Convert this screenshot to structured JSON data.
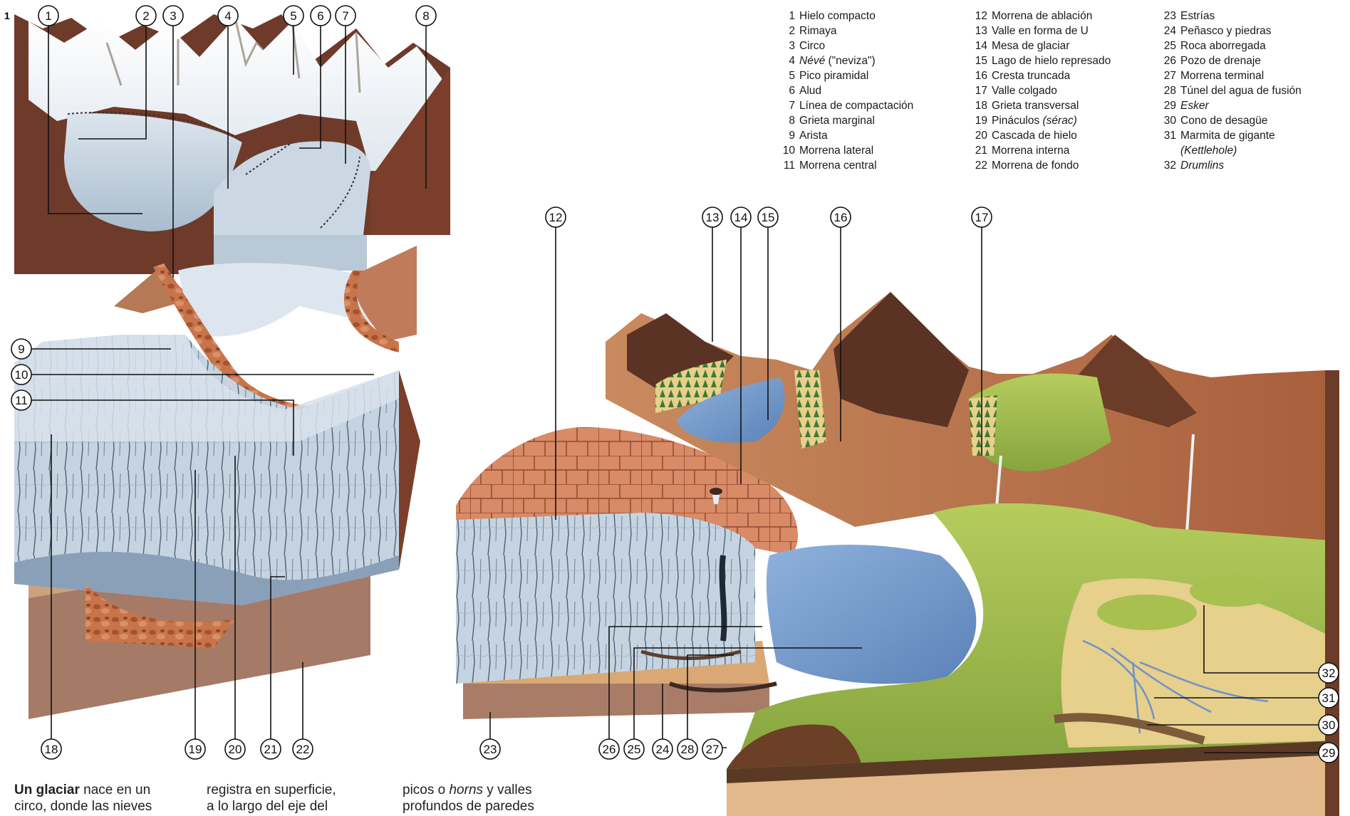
{
  "figure_number": "1",
  "legend_col1": [
    {
      "n": "1",
      "t": "Hielo compacto"
    },
    {
      "n": "2",
      "t": "Rimaya"
    },
    {
      "n": "3",
      "t": "Circo"
    },
    {
      "n": "4",
      "t": "Névé (\"neviza\")",
      "italic_part": "Névé",
      "rest": " (\"neviza\")"
    },
    {
      "n": "5",
      "t": "Pico piramidal"
    },
    {
      "n": "6",
      "t": "Alud"
    },
    {
      "n": "7",
      "t": "Línea de compactación"
    },
    {
      "n": "8",
      "t": "Grieta marginal"
    },
    {
      "n": "9",
      "t": "Arista"
    },
    {
      "n": "10",
      "t": "Morrena lateral"
    },
    {
      "n": "11",
      "t": "Morrena central"
    }
  ],
  "legend_col2": [
    {
      "n": "12",
      "t": "Morrena de ablación"
    },
    {
      "n": "13",
      "t": "Valle en forma de U"
    },
    {
      "n": "14",
      "t": "Mesa de glaciar"
    },
    {
      "n": "15",
      "t": "Lago de hielo represado"
    },
    {
      "n": "16",
      "t": "Cresta truncada"
    },
    {
      "n": "17",
      "t": "Valle colgado"
    },
    {
      "n": "18",
      "t": "Grieta transversal"
    },
    {
      "n": "19",
      "t": "Pináculos (sérac)",
      "pre": "Pináculos ",
      "italic_part": "(sérac)"
    },
    {
      "n": "20",
      "t": "Cascada de hielo"
    },
    {
      "n": "21",
      "t": "Morrena interna"
    },
    {
      "n": "22",
      "t": "Morrena de fondo"
    }
  ],
  "legend_col3": [
    {
      "n": "23",
      "t": "Estrías"
    },
    {
      "n": "24",
      "t": "Peñasco y piedras"
    },
    {
      "n": "25",
      "t": "Roca aborregada"
    },
    {
      "n": "26",
      "t": "Pozo de drenaje"
    },
    {
      "n": "27",
      "t": "Morrena terminal"
    },
    {
      "n": "28",
      "t": "Túnel del agua de fusión"
    },
    {
      "n": "29",
      "t": "Esker",
      "italic": true
    },
    {
      "n": "30",
      "t": "Cono de desagüe"
    },
    {
      "n": "31",
      "t": "Marmita de gigante"
    },
    {
      "n": "",
      "t": "(Kettlehole)",
      "italic": true
    },
    {
      "n": "32",
      "t": "Drumlins",
      "italic": true
    }
  ],
  "callouts_top": [
    "1",
    "2",
    "3",
    "4",
    "5",
    "6",
    "7",
    "8"
  ],
  "callouts_mid": [
    "12",
    "13",
    "14",
    "15",
    "16",
    "17"
  ],
  "callouts_left": [
    "9",
    "10",
    "11"
  ],
  "callouts_bottom": [
    "18",
    "19",
    "20",
    "21",
    "22",
    "23",
    "26",
    "25",
    "24",
    "28",
    "27"
  ],
  "callouts_right": [
    "32",
    "31",
    "30",
    "29"
  ],
  "text_col1": {
    "line1_bold": "Un glaciar",
    "line1_rest": " nace en un",
    "line2": "circo, donde las nieves"
  },
  "text_col2": {
    "line1": "registra en superficie,",
    "line2": "a lo largo del eje del"
  },
  "text_col3": {
    "line1_pre": "picos o ",
    "line1_italic": "horns",
    "line1_rest": " y valles",
    "line2": "profundos de paredes"
  },
  "colors": {
    "ice": "#c9d6e3",
    "ice_dark": "#8fa6bd",
    "rock": "#6b3a2a",
    "rock_light": "#c27b55",
    "moraine": "#b8623d",
    "grass": "#9cb84f",
    "water": "#6e93c4",
    "sand": "#e3b97f",
    "snow": "#f3f5f7"
  }
}
